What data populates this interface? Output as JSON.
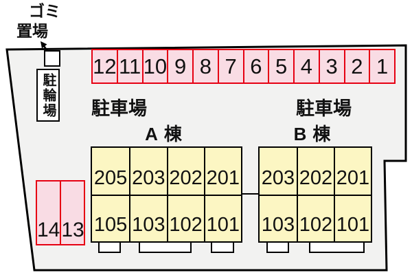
{
  "colors": {
    "site_fill": "#f2f2f1",
    "outline": "#000000",
    "parking_fill": "#f9dce4",
    "parking_border": "#e60012",
    "room_fill": "#fcf6c3",
    "text": "#111111"
  },
  "annotations": {
    "garbage_label": "ゴミ置場",
    "bicycle_label": "駐輪場",
    "parking_label_left": "駐車場",
    "parking_label_right": "駐車場"
  },
  "parking_row": {
    "spaces": [
      "12",
      "11",
      "10",
      "9",
      "8",
      "7",
      "6",
      "5",
      "4",
      "3",
      "2",
      "1"
    ]
  },
  "side_parking": {
    "spaces": [
      "14",
      "13"
    ]
  },
  "building_a": {
    "label": "A棟",
    "floor2": [
      "205",
      "203",
      "202",
      "201"
    ],
    "floor1": [
      "105",
      "103",
      "102",
      "101"
    ]
  },
  "building_b": {
    "label": "B棟",
    "floor2": [
      "203",
      "202",
      "201"
    ],
    "floor1": [
      "103",
      "102",
      "101"
    ]
  }
}
